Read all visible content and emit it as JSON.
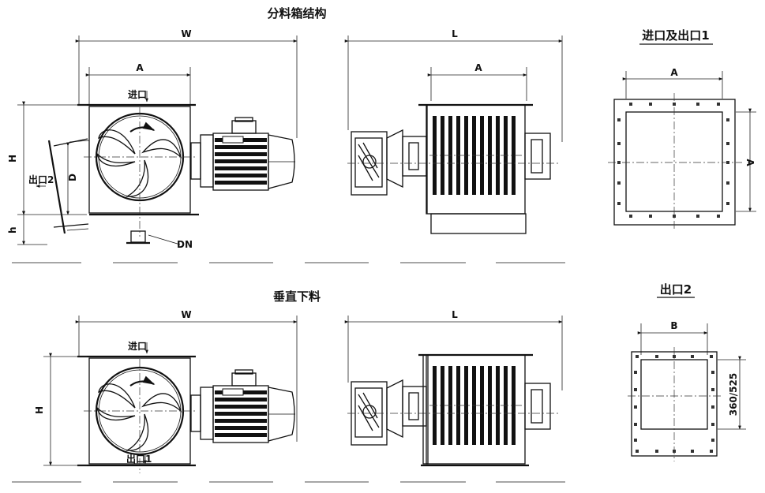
{
  "titles": {
    "top": "分料箱结构",
    "bottom": "垂直下料",
    "inlet_outlet1": "进口及出口1",
    "outlet2": "出口2"
  },
  "labels": {
    "W": "W",
    "L": "L",
    "A": "A",
    "B": "B",
    "H": "H",
    "h": "h",
    "D": "D",
    "DN": "DN",
    "inlet": "进口",
    "outlet1": "出口1",
    "outlet2": "出口2",
    "outlet2_dim": "360/525"
  }
}
